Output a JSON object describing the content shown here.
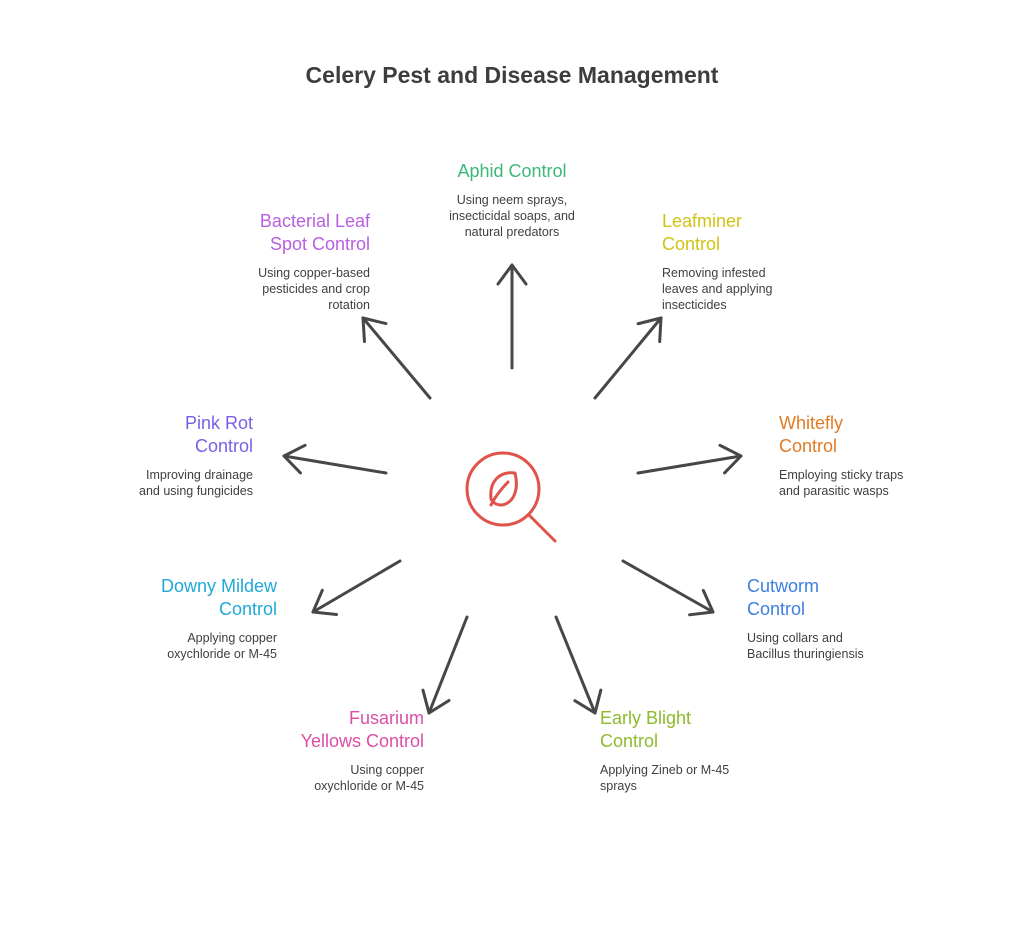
{
  "title": "Celery Pest and Disease Management",
  "center": {
    "icon": "leaf-magnifier-icon",
    "color": "#e0534a"
  },
  "arrow_color": "#474747",
  "items": [
    {
      "label": "Aphid Control",
      "desc": "Using neem sprays,\ninsecticidal soaps, and\nnatural predators",
      "color": "#3cb878"
    },
    {
      "label": "Leafminer\nControl",
      "desc": "Removing infested\nleaves and applying\ninsecticides",
      "color": "#d2c212"
    },
    {
      "label": "Whitefly\nControl",
      "desc": "Employing sticky traps\nand parasitic wasps",
      "color": "#e07b24"
    },
    {
      "label": "Cutworm\nControl",
      "desc": "Using collars and\nBacillus thuringiensis",
      "color": "#3d7fe0"
    },
    {
      "label": "Early Blight\nControl",
      "desc": "Applying Zineb or M-45\nsprays",
      "color": "#8dbb2c"
    },
    {
      "label": "Fusarium\nYellows Control",
      "desc": "Using copper\noxychloride or M-45",
      "color": "#db4fa6"
    },
    {
      "label": "Downy Mildew\nControl",
      "desc": "Applying copper\noxychloride or M-45",
      "color": "#21a8d8"
    },
    {
      "label": "Pink Rot\nControl",
      "desc": "Improving drainage\nand using fungicides",
      "color": "#7a5fe6"
    },
    {
      "label": "Bacterial Leaf\nSpot Control",
      "desc": "Using copper-based\npesticides and crop\nrotation",
      "color": "#b85fe0"
    }
  ]
}
